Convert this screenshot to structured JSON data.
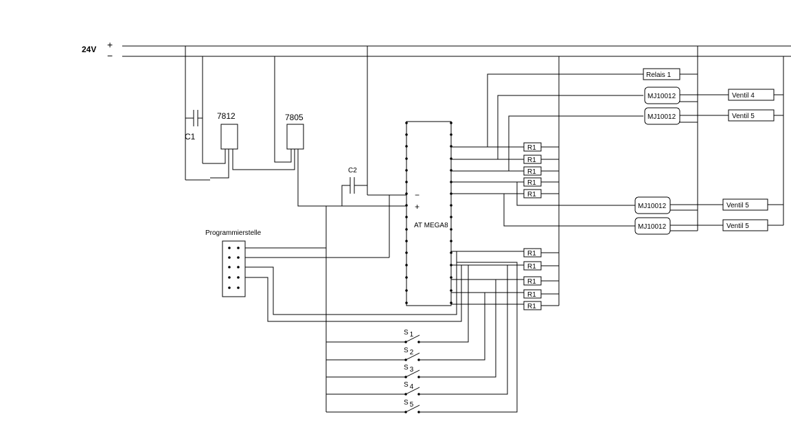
{
  "supply": {
    "voltage": "24V",
    "plus": "+",
    "minus": "−"
  },
  "components": {
    "c1": "C1",
    "c2": "C2",
    "reg_12": "7812",
    "reg_5": "7805",
    "mcu": "AT MEGA8",
    "mcu_minus": "−",
    "mcu_plus": "+",
    "prog_header": "Programmierstelle",
    "relay": "Relais 1"
  },
  "resistors_top": [
    "R1",
    "R1",
    "R1",
    "R1",
    "R1"
  ],
  "resistors_bottom": [
    "R1",
    "R1",
    "R1",
    "R1",
    "R1"
  ],
  "transistors": [
    "MJ10012",
    "MJ10012",
    "MJ10012",
    "MJ10012"
  ],
  "valves": [
    "Ventil 4",
    "Ventil 5",
    "Ventil 5",
    "Ventil 5"
  ],
  "switches": [
    {
      "s": "S",
      "n": "1"
    },
    {
      "s": "S",
      "n": "2"
    },
    {
      "s": "S",
      "n": "3"
    },
    {
      "s": "S",
      "n": "4"
    },
    {
      "s": "S",
      "n": "5"
    }
  ]
}
